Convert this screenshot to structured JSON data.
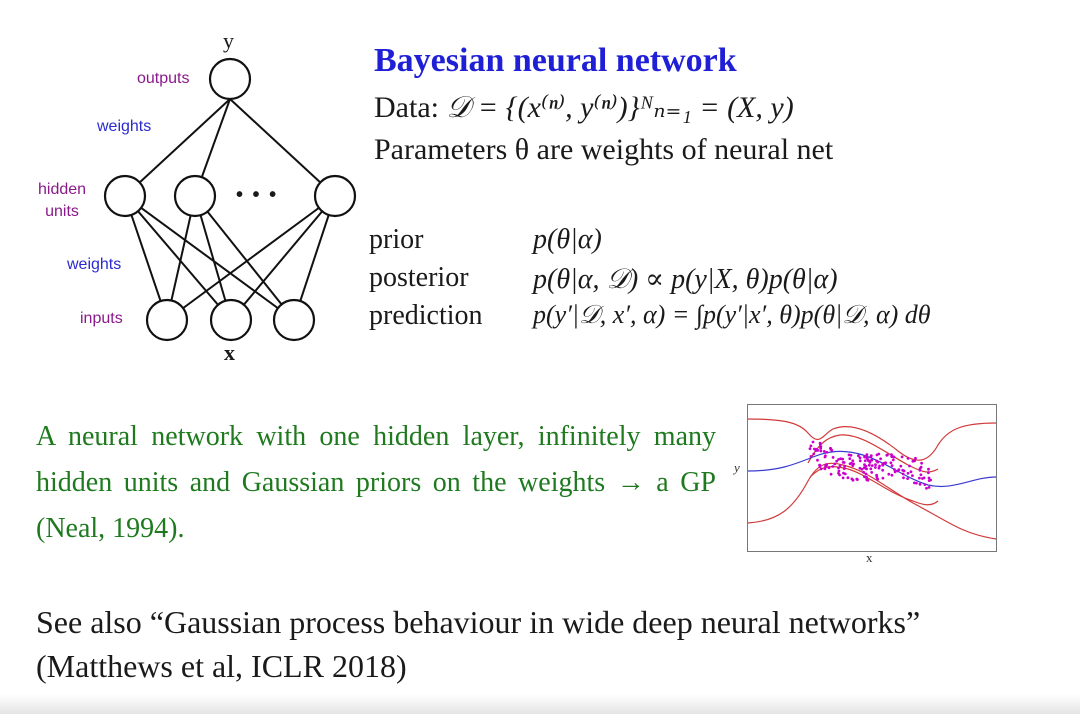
{
  "network": {
    "output_symbol": "y",
    "input_symbol": "x",
    "labels": {
      "outputs": "outputs",
      "weights_top": "weights",
      "hidden_units": "hidden\nunits",
      "weights_bottom": "weights",
      "inputs": "inputs"
    },
    "ellipsis": "• • •",
    "colors": {
      "purple": "#8a1a8a",
      "blue": "#2a2ad0",
      "node_stroke": "#111111"
    }
  },
  "header": {
    "title": "Bayesian neural network",
    "data_prefix": "Data:",
    "data_formula": "𝒟 = {(x⁽ⁿ⁾, y⁽ⁿ⁾)}ᴺₙ₌₁ = (X, y)",
    "params_line": "Parameters θ are weights of neural net"
  },
  "equations": [
    {
      "name": "prior",
      "formula": "p(θ|α)"
    },
    {
      "name": "posterior",
      "formula": "p(θ|α, 𝒟) ∝ p(y|X, θ)p(θ|α)"
    },
    {
      "name": "prediction",
      "formula": "p(y′|𝒟, x′, α) = ∫p(y′|x′, θ)p(θ|𝒟, α) dθ"
    }
  ],
  "statement": {
    "text": "A neural network with one hidden layer, infinitely many hidden units and Gaussian priors on the weights → a GP (Neal, 1994).",
    "color": "#1f7a1f"
  },
  "gp_plot": {
    "xlabel": "x",
    "ylabel": "y",
    "colors": {
      "mean": "#3b3bcf",
      "band": "#d23a3a",
      "points": "#cc00cc"
    }
  },
  "footer": {
    "line1": "See also “Gaussian process behaviour in wide deep neural networks”",
    "line2": "(Matthews et al, ICLR 2018)"
  }
}
